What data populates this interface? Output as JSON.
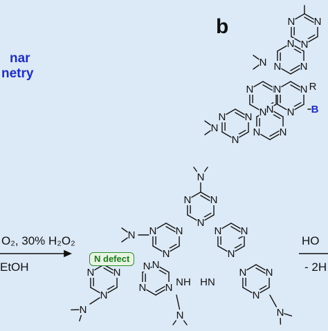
{
  "labels": {
    "geometry_line1": "nar",
    "geometry_line2": "netry",
    "panel_b": "b",
    "defect_badge": "N defect",
    "reagent_left": "O₂, 30% H₂O₂",
    "solvent_left": "EtOH",
    "reagent_right": "HO",
    "byproduct_right": "- 2H"
  },
  "atoms": {
    "nitrogen": "N",
    "boron": "B",
    "r_group": "R",
    "amine_h": "HN",
    "nh": "NH",
    "h": "H"
  },
  "colors": {
    "background": "#dce9f6",
    "blue_text": "#1f2fbf",
    "boron": "#1f2fbf",
    "badge_green": "#2e8b2e",
    "bond": "#111111"
  }
}
